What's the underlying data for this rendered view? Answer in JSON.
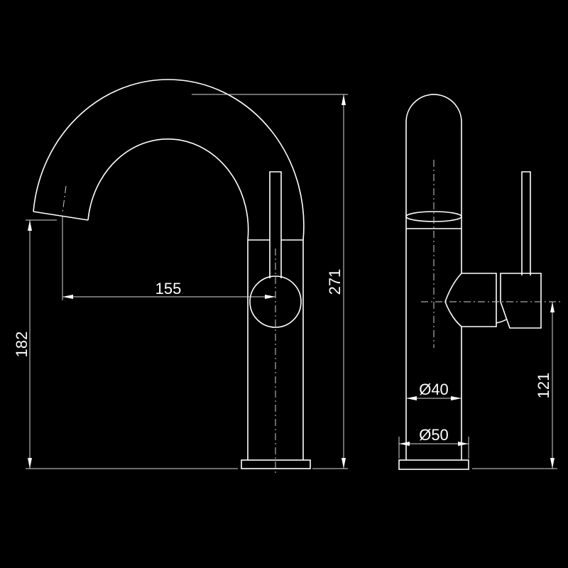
{
  "drawing": {
    "colors": {
      "background": "#000000",
      "lines": "#ffffff"
    },
    "side_view": {
      "dim_spout_reach": "155",
      "dim_spout_height": "182",
      "dim_total_height": "271"
    },
    "front_view": {
      "dim_body_diameter": "Ø40",
      "dim_base_diameter": "Ø50",
      "dim_handle_height": "121"
    }
  }
}
